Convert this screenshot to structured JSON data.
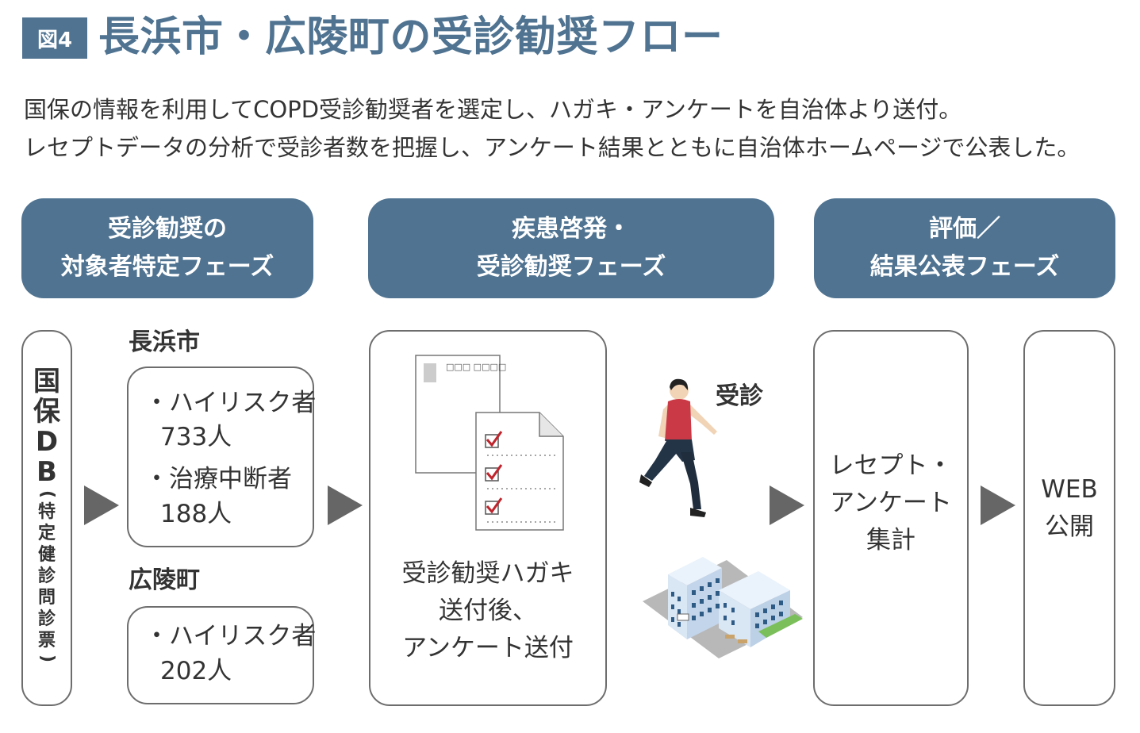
{
  "figure": {
    "badge": "図4",
    "title": "長浜市・広陵町の受診勧奨フロー"
  },
  "description": [
    "国保の情報を利用してCOPD受診勧奨者を選定し、ハガキ・アンケートを自治体より送付。",
    "レセプトデータの分析で受診者数を把握し、アンケート結果とともに自治体ホームページで公表した。"
  ],
  "phases": [
    {
      "line1": "受診勧奨の",
      "line2": "対象者特定フェーズ"
    },
    {
      "line1": "疾患啓発・",
      "line2": "受診勧奨フェーズ"
    },
    {
      "line1": "評価／",
      "line2": "結果公表フェーズ"
    }
  ],
  "db": {
    "main_chars": [
      "国",
      "保",
      "D",
      "B"
    ],
    "paren_open": "(",
    "sub_chars": [
      "特",
      "定",
      "健",
      "診",
      "問",
      "診",
      "票"
    ],
    "paren_close": ")"
  },
  "cities": [
    {
      "name": "長浜市",
      "stats": [
        {
          "line1": "・ハイリスク者",
          "line2": "733人"
        },
        {
          "line1": "・治療中断者",
          "line2": "188人"
        }
      ]
    },
    {
      "name": "広陵町",
      "stats": [
        {
          "line1": "・ハイリスク者",
          "line2": "202人"
        }
      ]
    }
  ],
  "mailing": {
    "postcard_text": "□□□ □□□□",
    "lines": [
      "受診勧奨ハガキ",
      "送付後、",
      "アンケート送付"
    ]
  },
  "consult": {
    "label": "受診"
  },
  "evaluation": {
    "aggregate_lines": [
      "レセプト・",
      "アンケート",
      "集計"
    ],
    "web_lines": [
      "WEB",
      "公開"
    ]
  },
  "colors": {
    "header_blue": "#4f7391",
    "arrow_gray": "#666666",
    "check_red": "#c0242c",
    "shirt_red": "#c93a46"
  }
}
